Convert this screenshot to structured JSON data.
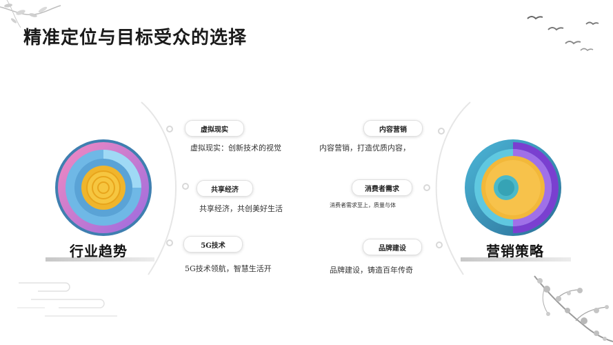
{
  "title": "精准定位与目标受众的选择",
  "left": {
    "label": "行业趋势",
    "items": [
      {
        "tag": "虚拟现实",
        "desc": "虚拟现实：创新技术的视觉"
      },
      {
        "tag": "共享经济",
        "desc": "共享经济，共创美好生活"
      },
      {
        "tag": "5G技术",
        "desc": "5G技术领航，智慧生活开"
      }
    ]
  },
  "right": {
    "label": "营销策略",
    "items": [
      {
        "tag": "内容营销",
        "desc": "内容营销，打造优质内容，"
      },
      {
        "tag": "消费者需求",
        "desc": "消费者需求至上，质量与体"
      },
      {
        "tag": "品牌建设",
        "desc": "品牌建设，铸造百年传奇"
      }
    ]
  }
}
